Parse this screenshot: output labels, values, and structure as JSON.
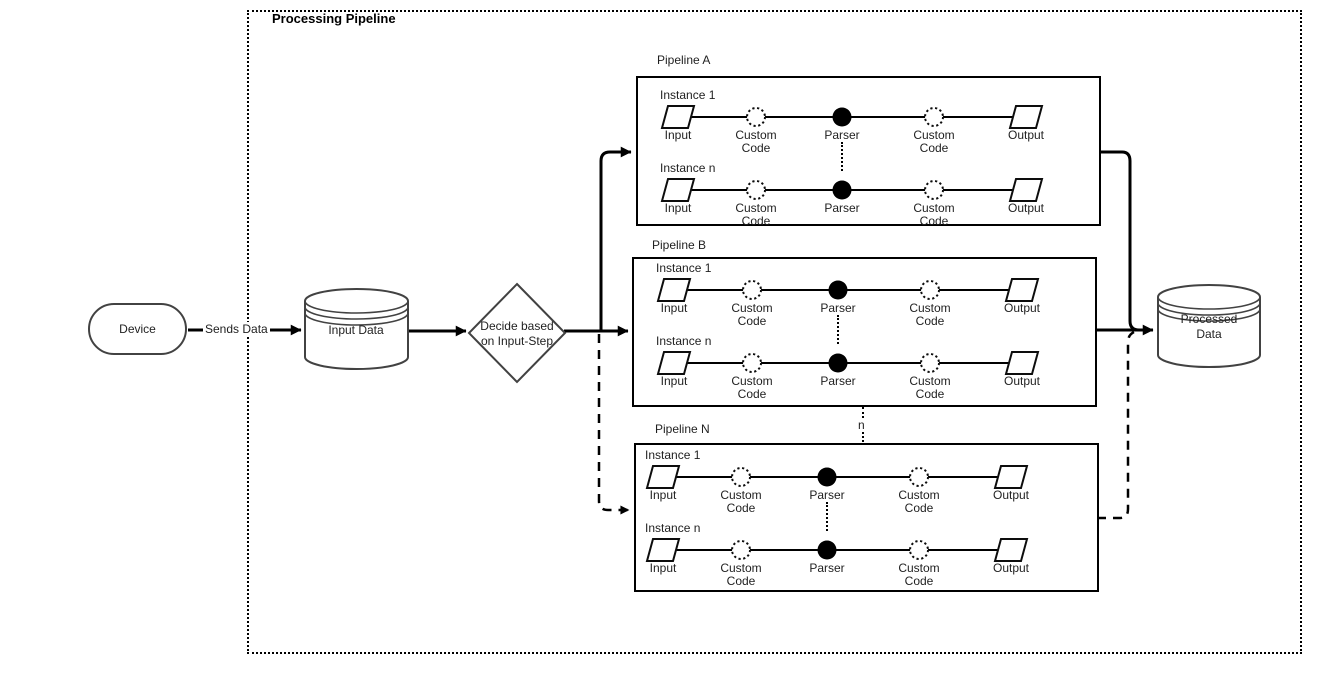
{
  "diagram": {
    "container_title": "Processing Pipeline",
    "device": {
      "label": "Device"
    },
    "edge_labels": {
      "sends_data": "Sends Data",
      "more_pipelines": "n"
    },
    "input_store": {
      "label": "Input Data"
    },
    "decision": {
      "line1": "Decide based",
      "line2": "on Input-Step"
    },
    "output_store": {
      "line1": "Processed",
      "line2": "Data"
    },
    "pipelines": [
      {
        "title": "Pipeline A",
        "instances": [
          {
            "label": "Instance 1",
            "steps": [
              "Input",
              "Custom Code",
              "Parser",
              "Custom Code",
              "Output"
            ]
          },
          {
            "label": "Instance n",
            "steps": [
              "Input",
              "Custom Code",
              "Parser",
              "Custom Code",
              "Output"
            ]
          }
        ]
      },
      {
        "title": "Pipeline B",
        "instances": [
          {
            "label": "Instance 1",
            "steps": [
              "Input",
              "Custom Code",
              "Parser",
              "Custom Code",
              "Output"
            ]
          },
          {
            "label": "Instance n",
            "steps": [
              "Input",
              "Custom Code",
              "Parser",
              "Custom Code",
              "Output"
            ]
          }
        ]
      },
      {
        "title": "Pipeline N",
        "instances": [
          {
            "label": "Instance 1",
            "steps": [
              "Input",
              "Custom Code",
              "Parser",
              "Custom Code",
              "Output"
            ]
          },
          {
            "label": "Instance n",
            "steps": [
              "Input",
              "Custom Code",
              "Parser",
              "Custom Code",
              "Output"
            ]
          }
        ]
      }
    ],
    "colors": {
      "line": "#000000",
      "shape_stroke": "#424242",
      "text": "#1f1f1f",
      "background": "#ffffff"
    }
  }
}
